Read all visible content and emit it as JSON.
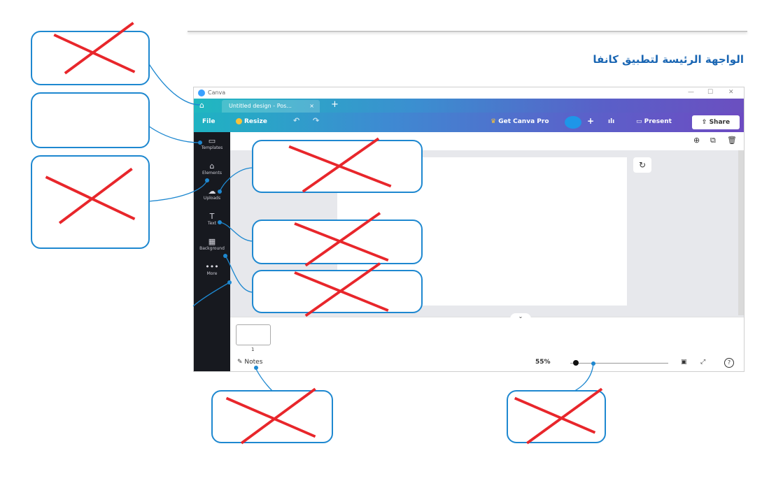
{
  "heading": "الواجهة الرئيسة لتطبيق كانفا",
  "app": {
    "window_title": "Canva",
    "tab_title": "Untitled design - Pos...",
    "tab_close": "×",
    "new_tab": "+",
    "toolbar": {
      "file": "File",
      "resize": "Resize",
      "undo": "↶",
      "redo": "↷",
      "get_pro": "Get Canva Pro",
      "add": "+",
      "analytics": "ılı",
      "present": "Present",
      "share": "Share"
    },
    "sidebar": [
      {
        "label": "Templates",
        "icon": "templates-icon",
        "glyph": "▭"
      },
      {
        "label": "Elements",
        "icon": "elements-icon",
        "glyph": "⌂"
      },
      {
        "label": "Uploads",
        "icon": "uploads-icon",
        "glyph": "☁"
      },
      {
        "label": "Text",
        "icon": "text-icon",
        "glyph": "T"
      },
      {
        "label": "Background",
        "icon": "background-icon",
        "glyph": "▦"
      },
      {
        "label": "More",
        "icon": "more-icon",
        "glyph": "•••"
      }
    ],
    "page_number": "1",
    "footer": {
      "notes": "Notes",
      "zoom": "55%",
      "help": "?"
    }
  },
  "colors": {
    "callout_border": "#1e88d0",
    "cross": "#e8262b",
    "heading": "#1a66b3"
  }
}
